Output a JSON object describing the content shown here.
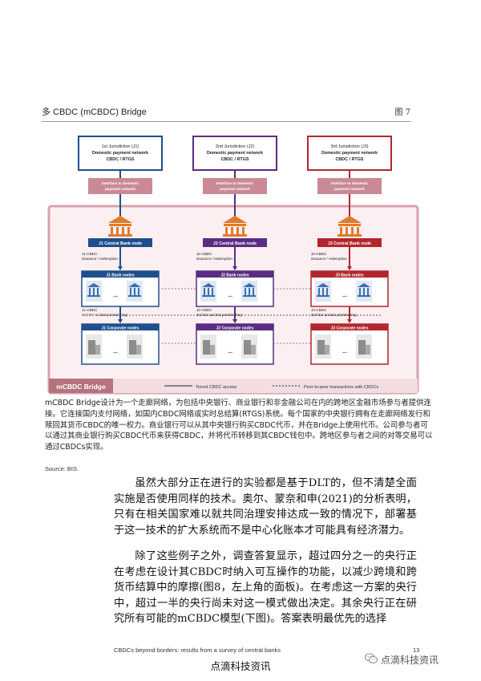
{
  "figure": {
    "title": "多 CBDC (mCBDC) Bridge",
    "number": "图 7"
  },
  "diagram": {
    "jurisdictions": [
      {
        "line1": "1st Jurisdiction (J1)",
        "line2": "Domestic payment network",
        "line3": "CBDC / RTGS",
        "iface1": "Interface to domestic",
        "iface2": "payment network",
        "cb_node": "J1 Central Bank node",
        "issuance1": "J1-CBDC",
        "issuance2": "issuance / redemption",
        "bank_nodes": "J1 Bank nodes",
        "tier1": "J1-CBDC",
        "tier2": "2nd tier access provisioning",
        "corp_nodes": "J1 Corporate nodes",
        "color": "#1f4e8c"
      },
      {
        "line1": "2nd Jurisdiction (J2)",
        "line2": "Domestic payment network",
        "line3": "CBDC / RTGS",
        "iface1": "Interface to domestic",
        "iface2": "payment network",
        "cb_node": "J2 Central Bank node",
        "issuance1": "J2-CBDC",
        "issuance2": "issuance / redemption",
        "bank_nodes": "J2 Bank nodes",
        "tier1": "J2-CBDC",
        "tier2": "2nd tier access provisioning",
        "corp_nodes": "J2 Corporate nodes",
        "color": "#5b2c83"
      },
      {
        "line1": "3rd Jurisdiction (J3)",
        "line2": "Domestic payment network",
        "line3": "CBDC / RTGS",
        "iface1": "Interface to domestic",
        "iface2": "payment network",
        "cb_node": "J3 Central Bank node",
        "issuance1": "J3-CBDC",
        "issuance2": "issuance / redemption",
        "bank_nodes": "J3 Bank nodes",
        "tier1": "J3-CBDC",
        "tier2": "2nd tier access provisioning",
        "corp_nodes": "J3 Corporate nodes",
        "color": "#b3262d"
      }
    ],
    "bridge_label": "mCBDC Bridge",
    "legend_tiered": "Tiered CBDC access",
    "legend_p2p": "Peer-to-peer transactions with CBDCs",
    "ellipsis": "...",
    "colors": {
      "frame": "#d9a3ad",
      "frame_fill": "#fbeff1",
      "bridge_label_bg": "#b5737e",
      "cb_icon": "#e07b2a"
    }
  },
  "caption": {
    "text": "mCBDC Bridge设计为一个走廊网络，为包括中央银行、商业银行和非金融公司在内的跨地区金融市场参与者提供连接。它连接国内支付网络，如国内CBDC网络或实时总结算(RTGS)系统。每个国家的中央银行拥有在走廊网络发行和赎回其货币CBDC的唯一权力。商业银行可以从其中央银行购买CBDC代币，并在Bridge上使用代币。公司参与者可以通过其商业银行购买CBDC代币来获得CBDC，并将代币转移到其CBDC钱包中。跨地区参与者之间的对等交易可以通过CBDCs实现。",
    "source": "Source: BIS."
  },
  "body": {
    "p1": "虽然大部分正在进行的实验都是基于DLT的，但不清楚全面实施是否使用同样的技术。奥尔、蒙奈和申(2021)的分析表明，只有在相关国家难以就共同治理安排达成一致的情况下，部署基于这一技术的扩大系统而不是中心化账本才可能具有经济潜力。",
    "p2": "除了这些例子之外，调查答复显示，超过四分之一的央行正在考虑在设计其CBDC时纳入可互操作的功能，以减少跨境和跨货币结算中的摩擦(图8，左上角的面板)。在考虑这一方案的央行中，超过一半的央行尚未对这一模式做出决定。其余央行正在研究所有可能的mCBDC模型(下图)。答案表明最优先的选择"
  },
  "footer": {
    "left": "CBDCs beyond borders: results from a survey of central banks",
    "page": "13"
  },
  "watermark": {
    "text": "点滴科技资讯",
    "icon": "wechat-icon"
  },
  "brand": "点滴科技资讯"
}
